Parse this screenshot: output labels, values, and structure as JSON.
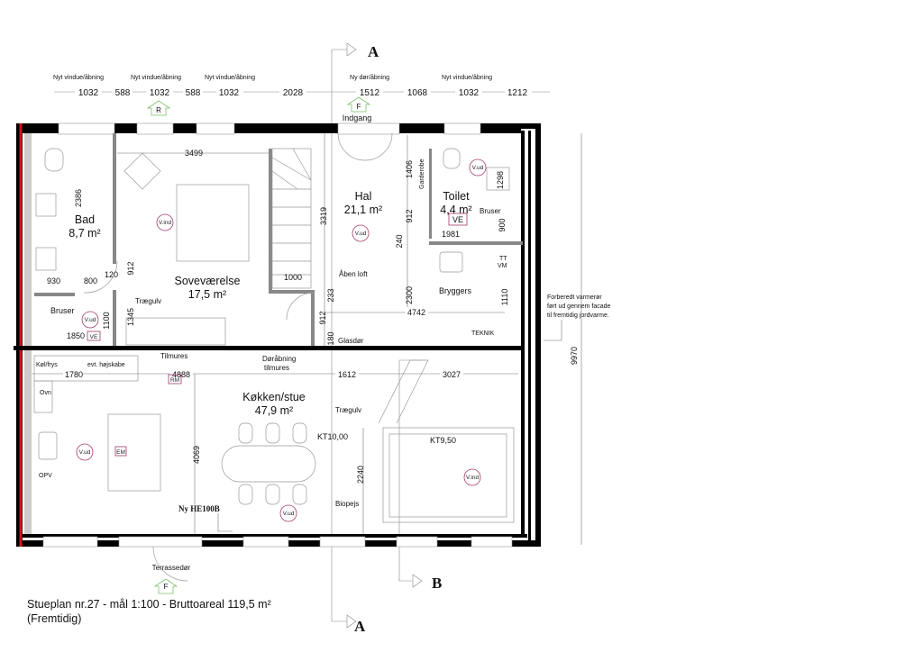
{
  "top_labels": [
    "Nyt vindue/åbning",
    "Nyt vindue/åbning",
    "Nyt vindue/åbning",
    "Ny dør/åbning",
    "Nyt vindue/åbning"
  ],
  "top_dims": [
    "1032",
    "588",
    "1032",
    "588",
    "1032",
    "2028",
    "1512",
    "1068",
    "1032",
    "1212"
  ],
  "section_marks": {
    "a_top": "A",
    "a_bottom": "A",
    "b": "B"
  },
  "entry_markers": {
    "r": "R",
    "f_top": "F",
    "f_bottom": "F"
  },
  "indgang": "Indgang",
  "terrassedor": "Terrassedør",
  "rooms": {
    "bad": {
      "name": "Bad",
      "area": "8,7 m²"
    },
    "sovevaerelse": {
      "name": "Soveværelse",
      "area": "17,5 m²"
    },
    "hal": {
      "name": "Hal",
      "area": "21,1 m²"
    },
    "toilet": {
      "name": "Toilet",
      "area": "4,4 m²"
    },
    "kokken": {
      "name": "Køkken/stue",
      "area": "47,9 m²"
    }
  },
  "labels": {
    "bruser1": "Bruser",
    "bruser2": "Bruser",
    "traegulv1": "Trægulv",
    "traegulv2": "Trægulv",
    "aaben_loft": "Åben loft",
    "garderobe": "Garderobe",
    "bryggers": "Bryggers",
    "tt": "TT",
    "vm": "VM",
    "teknik": "TEKNIK",
    "glasdor": "Glasdør",
    "tilmures": "Tilmures",
    "doraabning1": "Døråbning",
    "doraabning2": "tilmures",
    "kolfrys": "Køl/frys",
    "hojskabe": "evt. højskabe",
    "ovn": "Ovn",
    "opv": "OPV",
    "kt10": "KT10,00",
    "kt950": "KT9,50",
    "biopejs": "Biopejs",
    "he100b": "Ny HE100B",
    "note1": "Forberedt varmerør",
    "note2": "ført ud gennem facade",
    "note3": "til fremtidig jordvarme."
  },
  "dims": {
    "d3499": "3499",
    "d2386": "2386",
    "d930": "930",
    "d800": "800",
    "d120": "120",
    "d912a": "912",
    "d1345": "1345",
    "d1100": "1100",
    "d1850": "1850",
    "d3319": "3319",
    "d1000": "1000",
    "d233": "233",
    "d912b": "912",
    "d180": "180",
    "d1406": "1406",
    "d912c": "912",
    "d240": "240",
    "d2300": "2300",
    "d4742": "4742",
    "d1298": "1298",
    "d900": "900",
    "d1981": "1981",
    "d1110": "1110",
    "d9970": "9970",
    "d1780": "1780",
    "d4888": "4888",
    "d1612": "1612",
    "d3027": "3027",
    "d4069": "4069",
    "d2240": "2240"
  },
  "symbols": {
    "vind": "V.ind",
    "vud": "V.ud",
    "ve": "VE",
    "rm": "RM",
    "em": "EM"
  },
  "caption": {
    "line1": "Stueplan nr.27 - mål 1:100 - Bruttoareal 119,5 m²",
    "line2": "(Fremtidig)"
  },
  "colors": {
    "red_line": "#d0141c",
    "marker": "#a03a6a",
    "entry": "#7cc06a"
  }
}
